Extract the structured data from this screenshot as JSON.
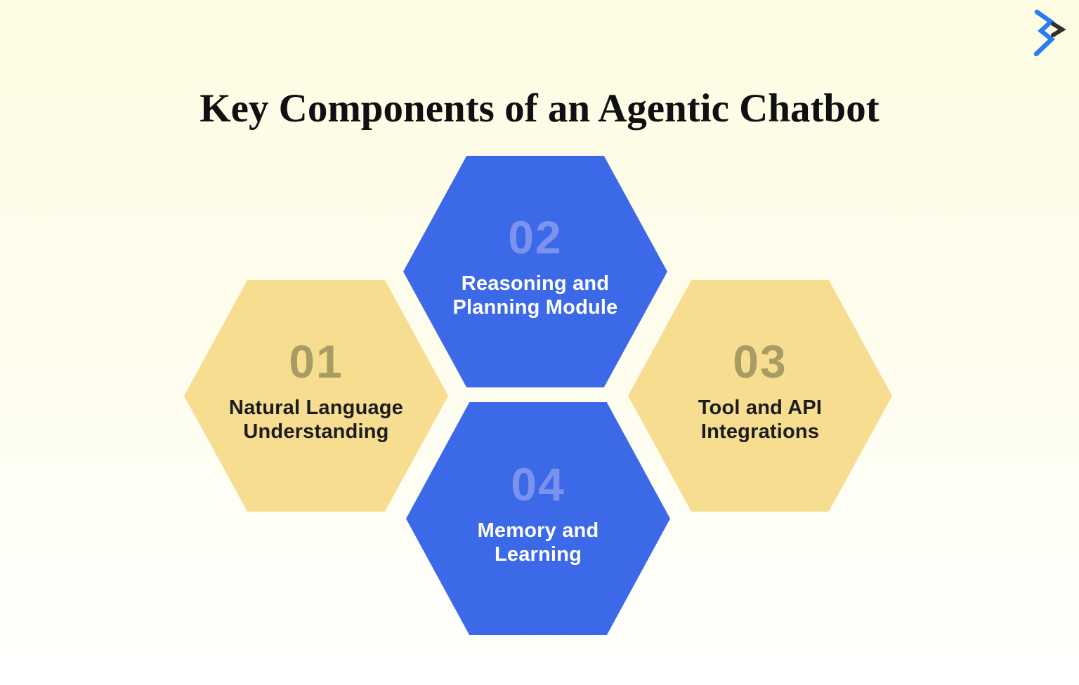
{
  "page": {
    "title": "Key Components of an Agentic Chatbot",
    "title_color": "#101012",
    "background_top_color": "#FDFCE2",
    "background_mid_color": "#FEFDEF",
    "background_bottom_color": "#FFFFFE"
  },
  "logo": {
    "name": "zigzag-brand-logo",
    "blue_color": "#2B7BF2",
    "dark_color": "#2E2E33"
  },
  "hexagons": [
    {
      "number": "01",
      "line1": "Natural Language",
      "line2": "Understanding",
      "fill_color": "#F6DD90",
      "number_color": "#A89B63",
      "label_color": "#1C1C1E"
    },
    {
      "number": "02",
      "line1": "Reasoning and",
      "line2": "Planning Module",
      "fill_color": "#3C69E8",
      "number_color": "#7B93EE",
      "label_color": "#FFFFFF"
    },
    {
      "number": "03",
      "line1": "Tool and API",
      "line2": "Integrations",
      "fill_color": "#F6DD90",
      "number_color": "#A89B63",
      "label_color": "#1C1C1E"
    },
    {
      "number": "04",
      "line1": "Memory and",
      "line2": "Learning",
      "fill_color": "#3C69E8",
      "number_color": "#7B93EE",
      "label_color": "#FFFFFF"
    }
  ]
}
